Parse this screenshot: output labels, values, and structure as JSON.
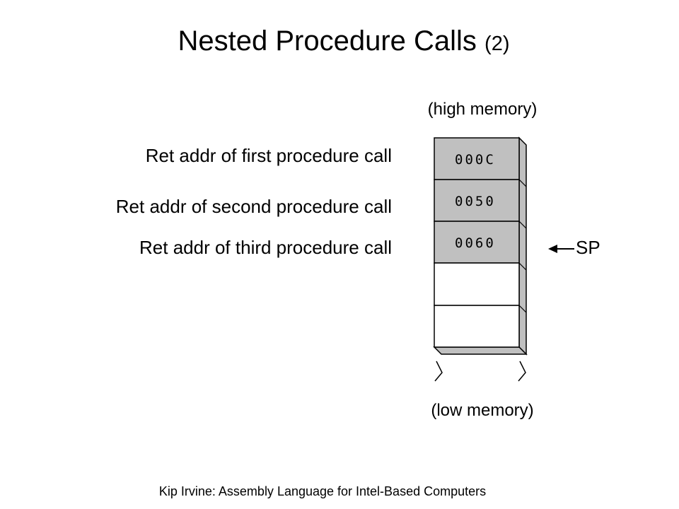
{
  "title": {
    "main": "Nested Procedure Calls",
    "suffix": "(2)"
  },
  "stack": {
    "high_label": "(high memory)",
    "low_label": "(low memory)",
    "pointer_label": "SP",
    "cells": [
      "000C",
      "0050",
      "0060",
      "",
      ""
    ]
  },
  "labels": [
    "Ret addr of first procedure call",
    "Ret addr of second procedure call",
    "Ret addr of third procedure call"
  ],
  "colors": {
    "filled_cell": "#c0c0c0",
    "empty_cell": "#ffffff",
    "shadow": "#c0c0c0",
    "outline": "#000000"
  },
  "footer": "Kip Irvine: Assembly Language for Intel-Based Computers"
}
